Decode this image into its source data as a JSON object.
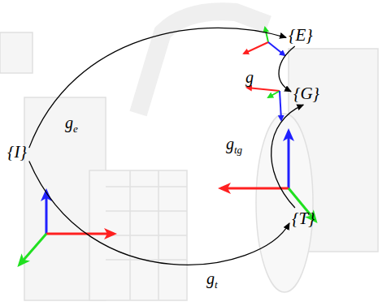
{
  "diagram": {
    "nodes": [
      {
        "text": [
          "{I}"
        ]
      },
      {
        "text": [
          "{E}"
        ]
      },
      {
        "text": [
          "{G}"
        ]
      },
      {
        "text": [
          "{T}"
        ]
      }
    ],
    "edges": [
      {
        "from": 0,
        "to": 1,
        "arrow": "to",
        "label": "ge"
      },
      {
        "from": 1,
        "to": 2,
        "arrow": "to",
        "label": "g"
      },
      {
        "from": 3,
        "to": 2,
        "arrow": "to",
        "label": "gtg"
      },
      {
        "from": 0,
        "to": 3,
        "arrow": "to",
        "label": "gt"
      }
    ]
  }
}
